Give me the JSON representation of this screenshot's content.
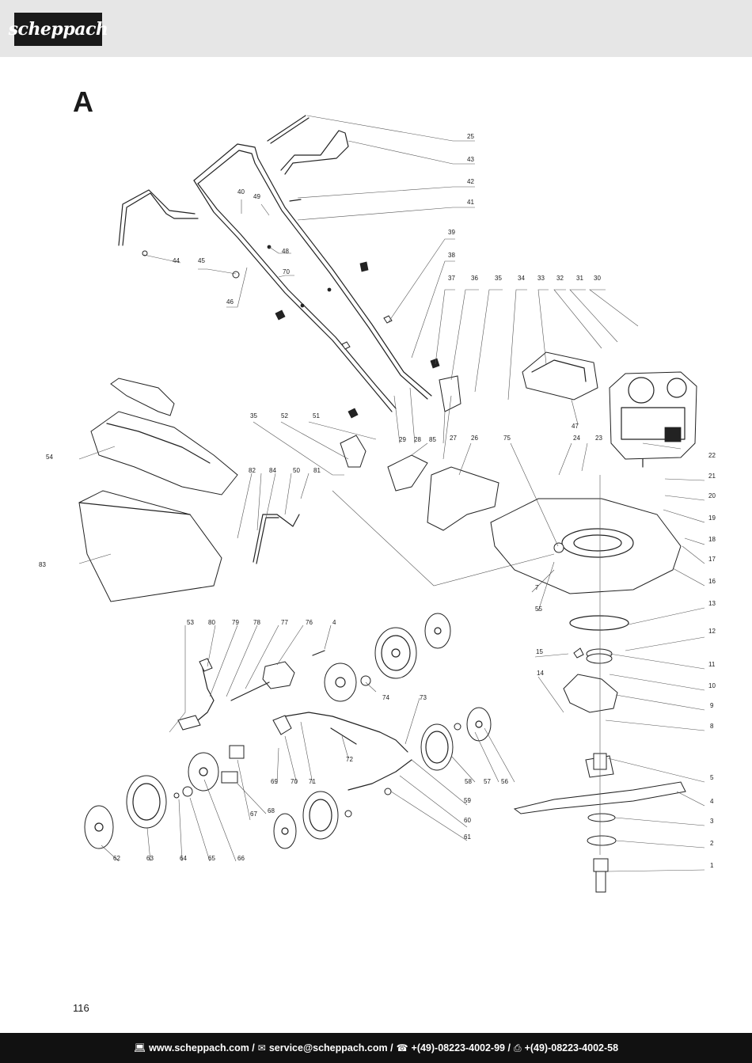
{
  "header": {
    "brand": "scheppach"
  },
  "section": {
    "letter": "A"
  },
  "diagram": {
    "callouts": [
      "1",
      "2",
      "3",
      "4",
      "5",
      "7",
      "8",
      "9",
      "10",
      "11",
      "12",
      "13",
      "14",
      "15",
      "16",
      "17",
      "18",
      "19",
      "20",
      "21",
      "22",
      "23",
      "24",
      "25",
      "26",
      "27",
      "28",
      "29",
      "30",
      "31",
      "32",
      "33",
      "34",
      "35",
      "36",
      "37",
      "38",
      "39",
      "40",
      "41",
      "42",
      "43",
      "44",
      "45",
      "46",
      "47",
      "48",
      "49",
      "50",
      "51",
      "52",
      "53",
      "54",
      "55",
      "56",
      "57",
      "58",
      "59",
      "60",
      "61",
      "62",
      "63",
      "64",
      "65",
      "66",
      "67",
      "68",
      "69",
      "70",
      "71",
      "72",
      "73",
      "74",
      "75",
      "76",
      "77",
      "78",
      "79",
      "80",
      "81",
      "82",
      "83",
      "84",
      "85"
    ]
  },
  "page": {
    "number": "116"
  },
  "footer": {
    "website_icon": "computer-icon",
    "website": "www.scheppach.com /",
    "email_icon": "mail-icon",
    "email": "service@scheppach.com /",
    "phone_icon": "telephone-icon",
    "phone": "+(49)-08223-4002-99 /",
    "fax_icon": "fax-icon",
    "fax": "+(49)-08223-4002-58"
  }
}
